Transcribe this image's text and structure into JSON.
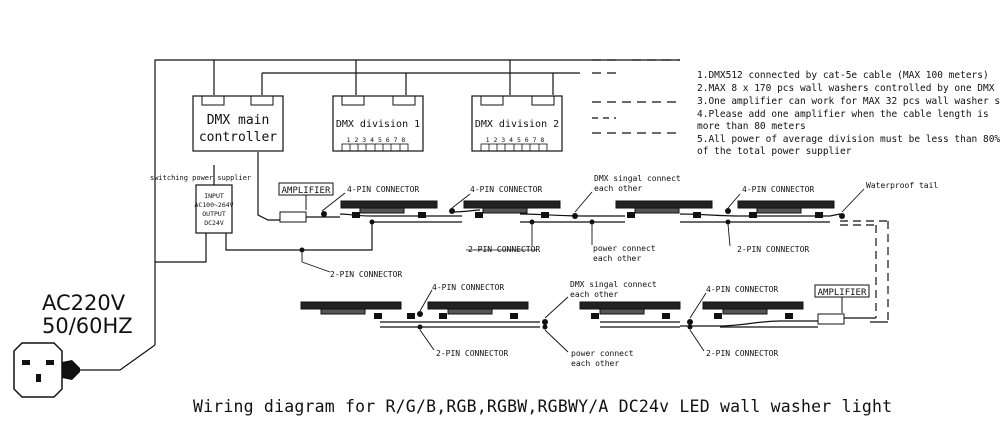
{
  "controllers": {
    "main": {
      "line1": "DMX main",
      "line2": "controller"
    },
    "division1": {
      "label": "DMX division 1",
      "pins": "1 2 3 4 5 6 7 8"
    },
    "division2": {
      "label": "DMX division 2",
      "pins": "1 2 3 4 5 6 7 8"
    }
  },
  "power_supply": {
    "caption": "switching power supplier",
    "line1": "INPUT",
    "line2": "AC100~264V",
    "line3": "OUTPUT",
    "line4": "DC24V"
  },
  "mains": {
    "voltage": "AC220V",
    "frequency": "50/60HZ"
  },
  "amplifier_label": "AMPLIFIER",
  "connectors": {
    "four_pin": "4-PIN CONNECTOR",
    "two_pin": "2-PIN CONNECTOR",
    "dmx_signal_1": "DMX singal connect",
    "dmx_signal_2": "each other",
    "power_connect_1": "power connect",
    "power_connect_2": "each other",
    "waterproof_tail": "Waterproof tail"
  },
  "notes": [
    "1.DMX512 connected by cat-5e cable (MAX 100 meters)",
    "2.MAX 8 x 170 pcs wall washers controlled by one DMX",
    "3.One amplifier can work for MAX 32 pcs wall washer s",
    "4.Please add one amplifier when the cable length  is",
    "more than 80 meters",
    "5.All power of average division must be less than 80%",
    "of the total power supplier"
  ],
  "title": "Wiring diagram for R/G/B,RGB,RGBW,RGBWY/A DC24v LED wall washer light"
}
